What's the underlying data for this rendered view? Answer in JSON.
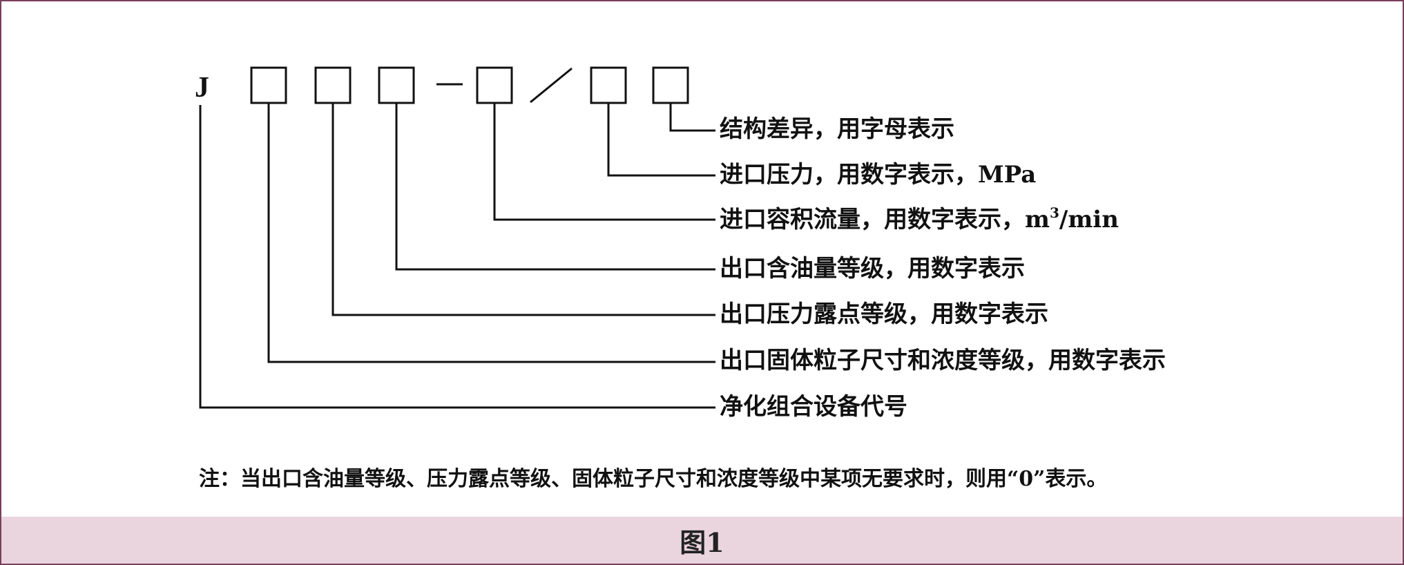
{
  "diagram": {
    "prefix": "J",
    "labels": {
      "structure": "结构差异，用字母表示",
      "inlet_pressure": "进口压力，用数字表示，MPa",
      "flow_main": "进口容积流量，用数字表示，m",
      "flow_sup": "3",
      "flow_tail": "/min",
      "oil_grade": "出口含油量等级，用数字表示",
      "dew_point": "出口压力露点等级，用数字表示",
      "particle": "出口固体粒子尺寸和浓度等级，用数字表示",
      "device_code": "净化组合设备代号"
    },
    "note": "注：当出口含油量等级、压力露点等级、固体粒子尺寸和浓度等级中某项无要求时，则用“0”表示。"
  },
  "caption": "图1",
  "colors": {
    "border": "#7a3f5c",
    "caption_bar": "#ead5df",
    "ink": "#111111"
  }
}
